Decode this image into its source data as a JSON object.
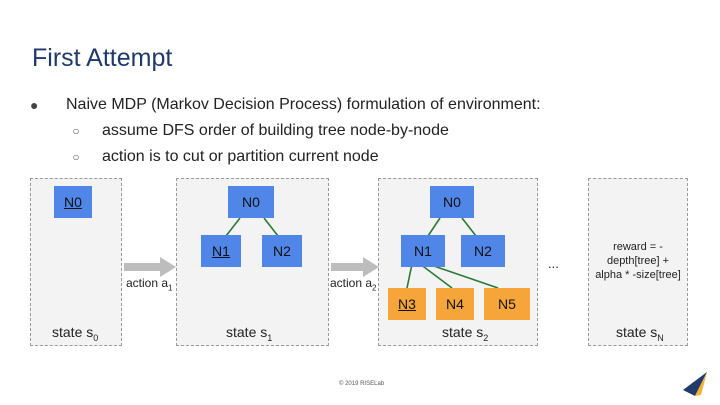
{
  "slide": {
    "title": "First Attempt",
    "bullet_main": "Naive MDP (Markov Decision Process) formulation of environment:",
    "sub_bullets": [
      "assume DFS order of building tree node-by-node",
      "action is to cut or partition current node"
    ],
    "bullet_glyph": "●",
    "sub_bullet_glyph": "○"
  },
  "panels": {
    "p0": {
      "nodes": [
        "N0"
      ],
      "state_label": "state s",
      "state_sub": "0"
    },
    "p1": {
      "nodes": [
        "N0",
        "N1",
        "N2"
      ],
      "state_label": "state s",
      "state_sub": "1"
    },
    "p2": {
      "nodes": [
        "N0",
        "N1",
        "N2",
        "N3",
        "N4",
        "N5"
      ],
      "state_label": "state s",
      "state_sub": "2"
    },
    "p3": {
      "state_label": "state s",
      "state_sub": "N",
      "reward": [
        "reward = -",
        "depth[tree] +",
        "alpha * -size[tree]"
      ]
    }
  },
  "actions": [
    {
      "label": "action a",
      "sub": "1"
    },
    {
      "label": "action a",
      "sub": "2"
    }
  ],
  "ellipsis": "...",
  "copyright": "© 2019 RISELab",
  "colors": {
    "title": "#1f3a6b",
    "node_blue": "#4f86e8",
    "node_orange": "#f6a53a",
    "panel_bg": "#f3f3f3",
    "arrow": "#bdbdbd",
    "logo_dark": "#1f3a6b",
    "logo_accent": "#f2b233"
  }
}
